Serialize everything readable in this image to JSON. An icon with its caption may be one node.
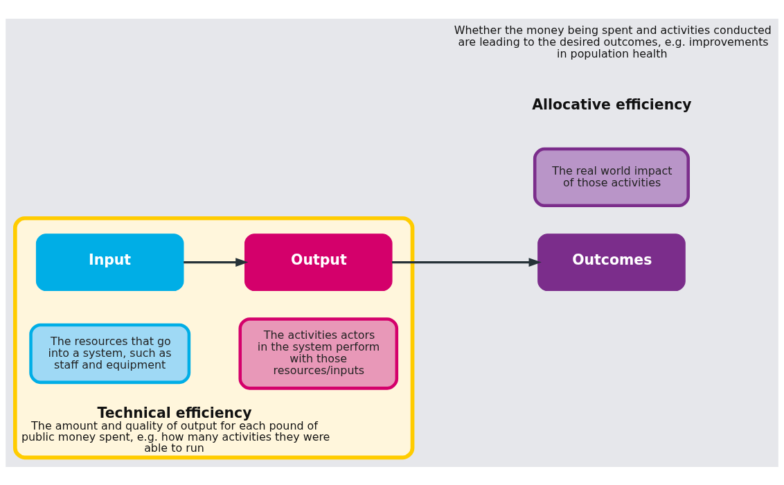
{
  "diagram": {
    "nodes": [
      {
        "text": [
          "Technical efficiency",
          "The amount and quality of output for each pound of public money spent, e.g. how many activities they were able to run"
        ]
      },
      {
        "text": [
          "Input"
        ],
        "in": 0
      },
      {
        "text": [
          "Output"
        ],
        "in": 0
      },
      {
        "text": [
          "Outcomes"
        ]
      },
      {
        "text": [
          "The resources that go into a system, such as staff and equipment"
        ],
        "in": 0
      },
      {
        "text": [
          "The activities actors in the system perform with those resources/inputs"
        ],
        "in": 0
      },
      {
        "text": [
          "The real world impact of those activities"
        ]
      }
    ],
    "edges": [
      {
        "from": 1,
        "to": 2,
        "arrow": "to"
      },
      {
        "from": 2,
        "to": 3,
        "arrow": "to"
      }
    ],
    "labels": [
      "Allocative efficiency",
      "Whether the money being spent and activities conducted are leading to the desired outcomes, e.g. improvements in population health"
    ]
  }
}
